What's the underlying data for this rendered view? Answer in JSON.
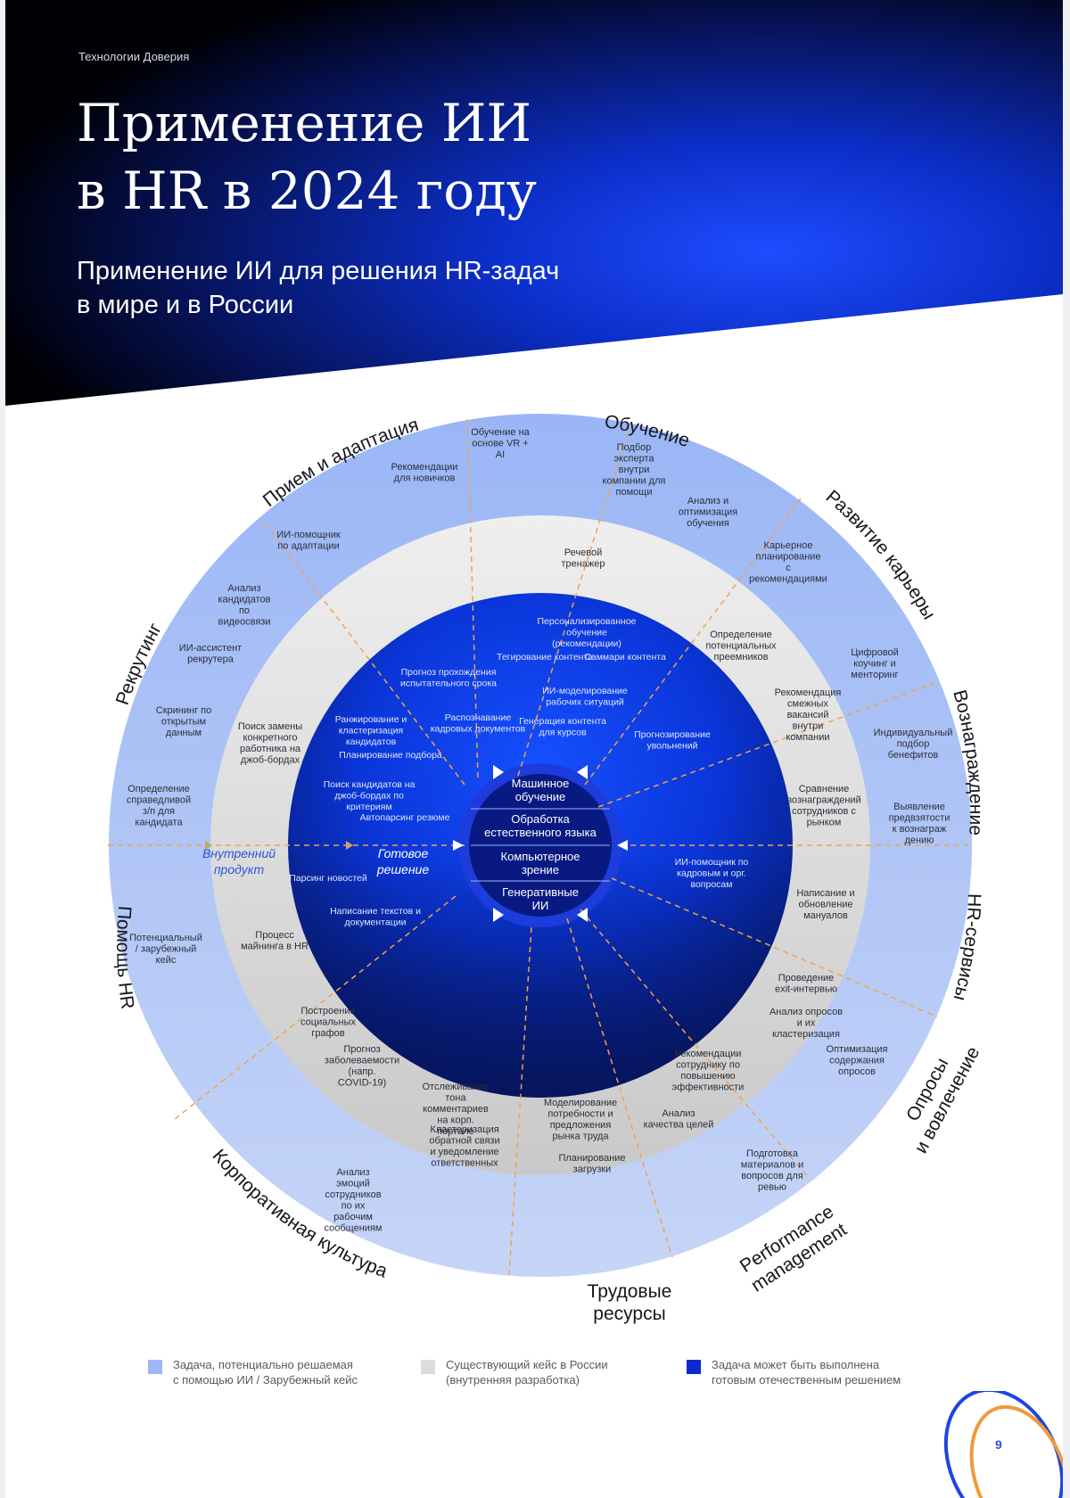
{
  "header": {
    "brand": "Технологии Доверия",
    "title_line1": "Применение ИИ",
    "title_line2": "в HR в 2024 году",
    "subtitle_line1": "Применение ИИ для решения HR-задач",
    "subtitle_line2": "в мире и в России"
  },
  "sectors": [
    {
      "id": "obuchenie",
      "label": "Обучение"
    },
    {
      "id": "razvitie",
      "label": "Развитие карьеры"
    },
    {
      "id": "voznagrazhdenie",
      "label": "Вознаграждение"
    },
    {
      "id": "hr-servisy",
      "label": "HR-сервисы"
    },
    {
      "id": "oprosy",
      "label": "Опросы и вовлечение"
    },
    {
      "id": "performance",
      "label": "Performance management"
    },
    {
      "id": "trudovye",
      "label": "Трудовые ресурсы"
    },
    {
      "id": "korp",
      "label": "Корпоративная культура"
    },
    {
      "id": "pomosch",
      "label": "Помощь HR"
    },
    {
      "id": "rekruting",
      "label": "Рекрутинг"
    },
    {
      "id": "priem",
      "label": "Прием и адаптация"
    }
  ],
  "rings": {
    "inner_label": "Внутренний продукт",
    "ready_label": "Готовое решение"
  },
  "core": {
    "items": [
      "Машинное обучение",
      "Обработка естественного языка",
      "Компьютерное зрение",
      "Генеративные ИИ"
    ]
  },
  "tasks": {
    "outer": [
      "Обучение на основе VR + AI",
      "Подбор эксперта внутри компании для помощи",
      "Анализ и оптимизация обучения",
      "Карьерное планирование с рекомендациями",
      "Цифровой коучинг и менторинг",
      "Индивидуальный подбор бенефитов",
      "Выявление предвзятости к вознаграж дению",
      "Написание и обновление мануалов",
      "Оптимизация содержания опросов",
      "Подготовка материалов и вопросов для ревью",
      "Анализ эмоций сотрудников по их рабочим сообщениям",
      "Потенциальный / зарубежный кейс",
      "Определение справедливой з/п для кандидата",
      "Скрининг по открытым данным",
      "ИИ-ассистент рекрутера",
      "Анализ кандидатов по видеосвязи",
      "ИИ-помощник по адаптации",
      "Рекомендации для новичков"
    ],
    "middle": [
      "Речевой тренажер",
      "Определение потенциальных преемников",
      "Рекомендация смежных вакансий внутри компании",
      "Сравнение вознаграждений сотрудников с рынком",
      "Проведение exit-интервью",
      "Анализ опросов и их кластеризация",
      "Рекомендации сотруднику по повышению эффективности",
      "Анализ качества целей",
      "Моделирование потребности и предложения рынка труда",
      "Планирование загрузки",
      "Кластеризация обратной связи и уведомление ответственных",
      "Отслеживание тона комментариев на корп. портале",
      "Прогноз заболеваемости (напр. COVID-19)",
      "Построение социальных графов",
      "Процесс майнинга в HR",
      "Поиск замены конкретного работника на джоб-бордах"
    ],
    "inner": [
      "Персонализированное обучение (рекомендации)",
      "Тегирование контента",
      "Саммари контента",
      "ИИ-моделирование рабочих ситуаций",
      "Генерация контента для курсов",
      "Прогнозирование увольнений",
      "ИИ-помощник по кадровым и орг. вопросам",
      "Написание текстов и документации",
      "Парсинг новостей",
      "Автопарсинг резюме",
      "Поиск кандидатов на джоб-бордах по критериям",
      "Планирование подбора",
      "Ранжирование и кластеризация кандидатов",
      "Распознавание кадровых документов",
      "Прогноз прохождения испытательного срока"
    ]
  },
  "legend": [
    {
      "text": "Задача, потенциально решаемая\nс помощью ИИ / Зарубежный кейс",
      "color": "#9fb8f5"
    },
    {
      "text": "Существующий кейс в России\n(внутренняя разработка)",
      "color": "#dcdcdc"
    },
    {
      "text": "Задача может быть выполнена\nготовым отечественным решением",
      "color": "#0a2ad0"
    }
  ],
  "page_number": "9",
  "colors": {
    "outer_ring": "#a6bdf6",
    "middle_ring": "#e2e2e2",
    "inner_disc": "#0b3ee0",
    "core": "#081c80",
    "accent": "#f0a040"
  }
}
